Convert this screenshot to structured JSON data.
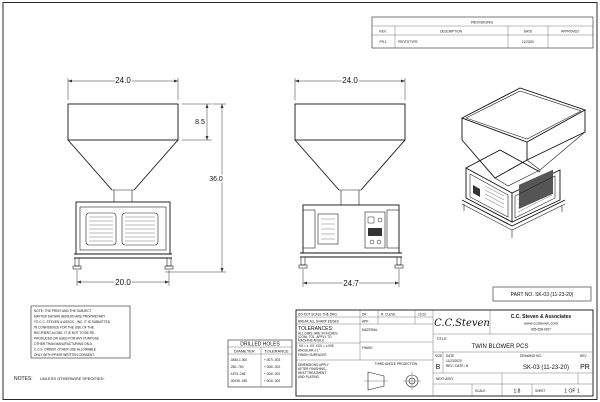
{
  "revisions": {
    "title": "REVISIONS",
    "headers": {
      "rev": "REV.",
      "description": "DESCRIPTION",
      "date": "DATE",
      "approved": "APPROVED"
    },
    "rows": [
      {
        "rev": "PR.1",
        "description": "PROTOTYPE",
        "date": "11/23/20",
        "approved": ""
      }
    ]
  },
  "dimensions": {
    "front_top_width": "24.0",
    "hopper_height": "8.5",
    "overall_height": "36.0",
    "base_width": "20.0",
    "side_top_width": "24.0",
    "side_base_width": "24.7"
  },
  "part_no": "PART NO.  SK-03 (11-23-20)",
  "note": [
    "NOTE: THE PRINT AND THE SUBJECT",
    "MATTER SHOWN HEREON ARE PROPRIETARY",
    "TO C.C. STEVEN & ASSOC., INC. IT IS SUBMITTED",
    "IN CONFIDENCE FOR THE USE OF THE",
    "RECIPIENT ALONE. IT IS NOT TO BE RE-",
    "PRODUCED OR USED FOR ANY PURPOSE",
    "OTHER THAN MANUFACTURING ON A",
    "C.C.S. ORDER. OTHER USE ALLOWABLE",
    "ONLY WITH PRIOR WRITTEN CONSENT."
  ],
  "notes_label": "NOTES:",
  "notes_value": "UNLESS OTHERWISE SPECIFIED:",
  "drilled_holes": {
    "title": "DRILLED HOLES",
    "col1": "DIAMETER",
    "col2": "TOLERANCE",
    "rows": [
      {
        "d": ".0456-1.000",
        "t": "+.007/-.003"
      },
      {
        "d": ".250-.750",
        "t": "+.005/-.002"
      },
      {
        "d": ".1875-.248",
        "t": "+.004/-.002"
      },
      {
        "d": ".00135-.185",
        "t": "+.003/-.002"
      }
    ]
  },
  "title_block": {
    "do_not_scale": "DO NOT SCALE THE DRG.",
    "break_edges": "BREAK ALL SHARP EDGES",
    "tolerances": "TOLERANCES:",
    "tol_lines": [
      "ALL DIMS. ARE IN INCHES",
      "(CONL TOL. APPLY TO",
      "MACHINE ANGLE",
      ".XX = ± .03  .XXX = ±.005",
      "ANGULAR ± 1°",
      "FINISH SURFACES"
    ],
    "dims_note": [
      "DIMENSIONS APPLY",
      "AFTER FINISHING,",
      "HEAT TREATMENT",
      "AND PLATING"
    ],
    "dr_label": "DR",
    "dr_value": "R. CLEVE",
    "dr_date": "11/23",
    "app_label": "APP",
    "material_label": "MATERIAL",
    "finish_label": "FINISH",
    "projection": "THIRD ANGLE PROJECTION",
    "signature": "C.C.Steven",
    "company": "C.C. Steven & Associates",
    "website": "www.ccsteven.com",
    "phone": "805-658-0207",
    "title_label": "TITLE",
    "title_value": "TWIN BLOWER PCS",
    "size_label": "SIZE",
    "size_value": "B",
    "date_label": "DATE",
    "date_value": "11/23/2020",
    "rev_date": "REV / DATE / B",
    "drawing_no_label": "DRAWING NO.",
    "drawing_no": "SK-03 (11-23-20)",
    "rev_label": "REV",
    "rev_value": "PR",
    "next_assy": "NEXT ASSY",
    "scale_label": "SCALE",
    "scale_value": "1:8",
    "sheet_label": "SHEET",
    "sheet_value": "1 OF 1"
  }
}
